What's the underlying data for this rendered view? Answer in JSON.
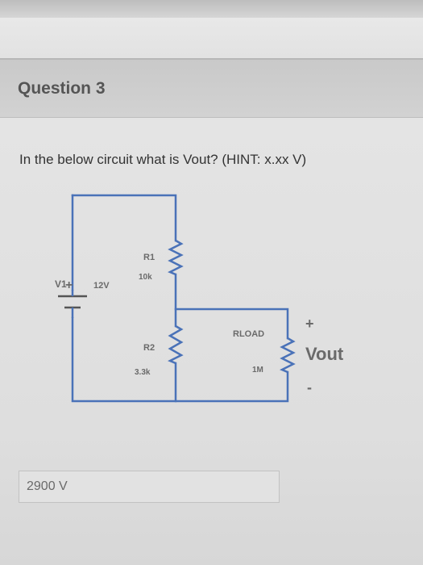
{
  "question": {
    "title": "Question 3",
    "text": "In the below circuit what is Vout? (HINT: x.xx V)"
  },
  "circuit": {
    "source_name": "V1",
    "source_plus": "+",
    "source_value": "12V",
    "r1_name": "R1",
    "r1_value": "10k",
    "r2_name": "R2",
    "r2_value": "3.3k",
    "rload_name": "RLOAD",
    "rload_value": "1M",
    "vout_plus": "+",
    "vout_label": "Vout",
    "vout_minus": "-"
  },
  "answer": {
    "value": "2900 V"
  }
}
